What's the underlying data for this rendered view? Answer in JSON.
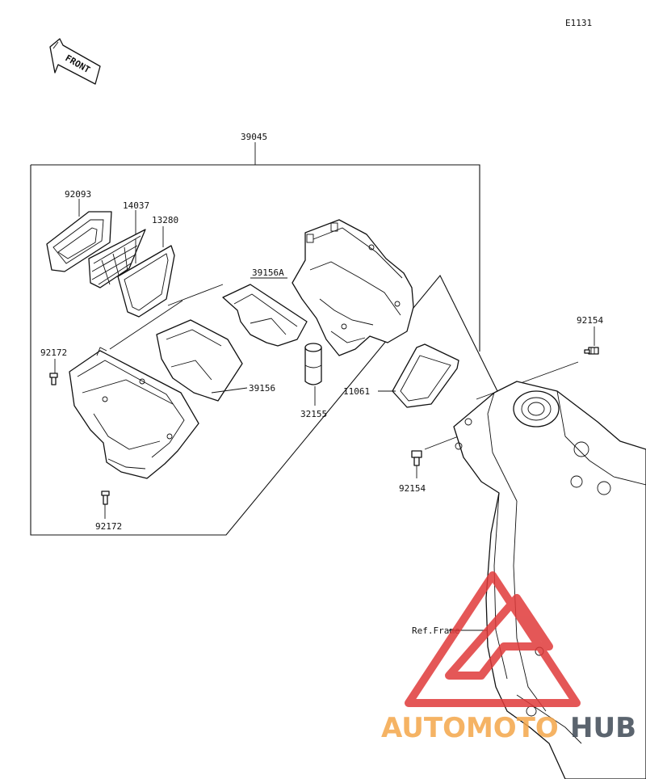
{
  "diagram_code": "E1131",
  "front_arrow_label": "FRONT",
  "ref_frame_label": "Ref.Frame",
  "part_labels": {
    "assembly": "39045",
    "p92093": "92093",
    "p14037": "14037",
    "p13280": "13280",
    "p39156A": "39156A",
    "p92172_upper": "92172",
    "p92172_lower": "92172",
    "p39156": "39156",
    "p32155": "32155",
    "p11061": "11061",
    "p92154_upper": "92154",
    "p92154_lower": "92154"
  },
  "watermark": {
    "part1": "AUTOMOTO",
    "part2": "HUB",
    "color1": "#f4a64a",
    "color2": "#3f4a55",
    "triangle_color": "#e03a3a"
  }
}
